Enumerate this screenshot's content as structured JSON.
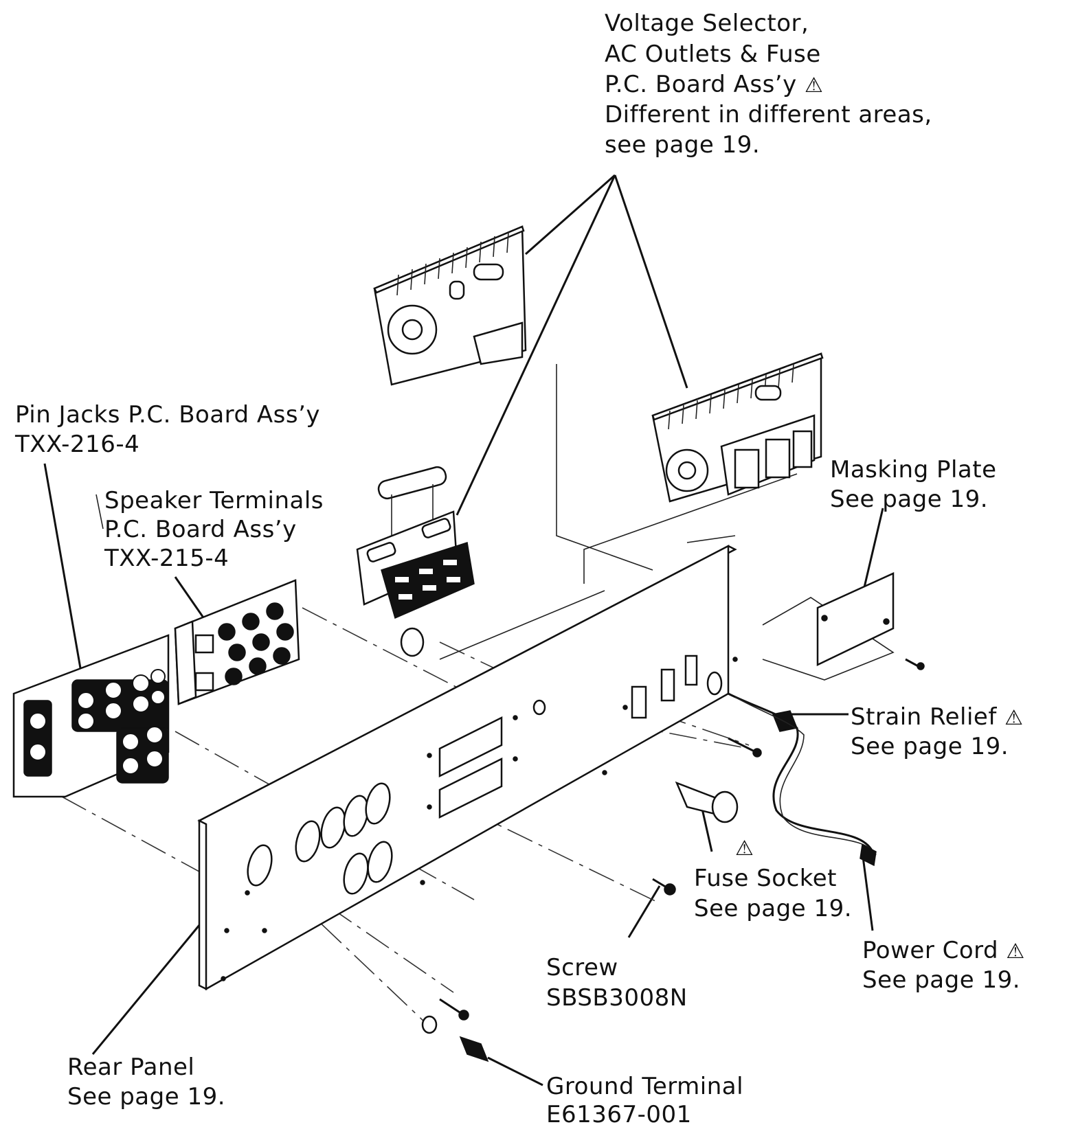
{
  "labels": {
    "voltage_selector": [
      "Voltage Selector,",
      "AC Outlets & Fuse",
      "P.C. Board Ass’y",
      "Different in different areas,",
      "see page 19."
    ],
    "pin_jacks": [
      "Pin Jacks P.C. Board Ass’y",
      "TXX-216-4"
    ],
    "speaker_terminals": [
      "Speaker Terminals",
      "P.C. Board Ass’y",
      "TXX-215-4"
    ],
    "masking_plate": [
      "Masking Plate",
      "See page 19."
    ],
    "strain_relief": [
      "Strain Relief",
      "See page 19."
    ],
    "fuse_socket": [
      "Fuse Socket",
      "See page 19."
    ],
    "power_cord": [
      "Power Cord",
      "See page 19."
    ],
    "screw": [
      "Screw",
      "SBSB3008N"
    ],
    "rear_panel": [
      "Rear Panel",
      "See page 19."
    ],
    "ground_terminal": [
      "Ground Terminal",
      "E61367-001"
    ]
  },
  "warning_symbol": "⚠"
}
